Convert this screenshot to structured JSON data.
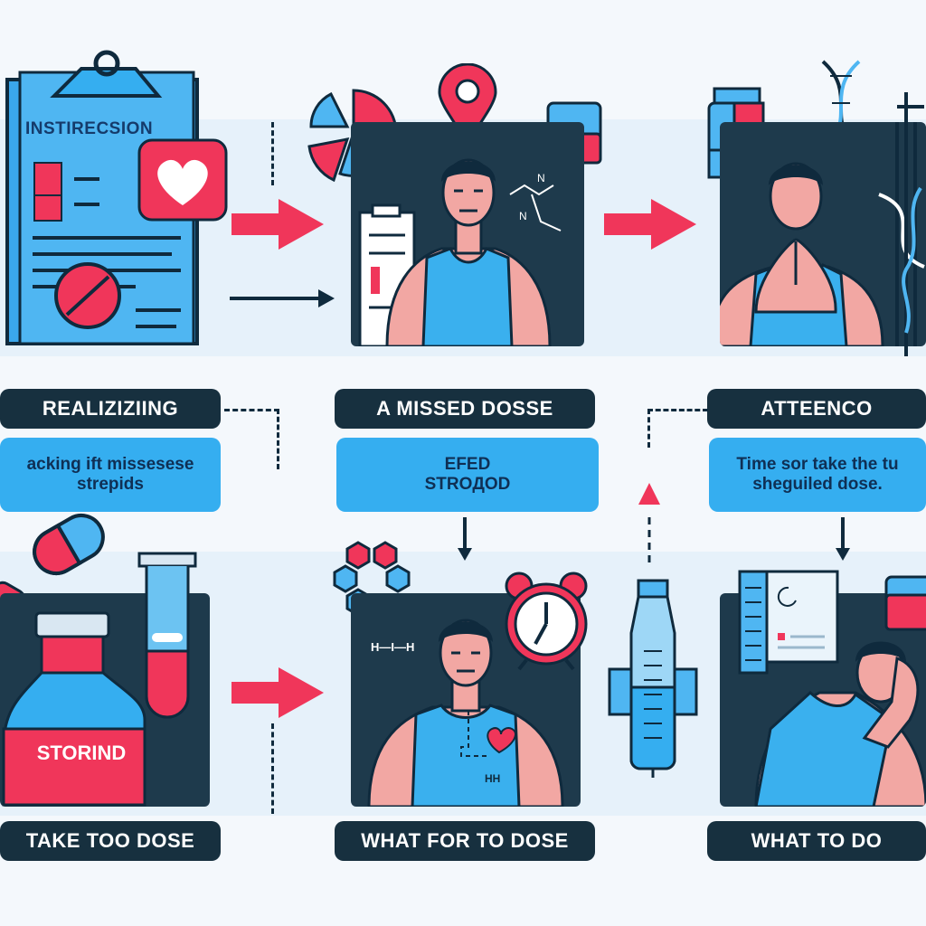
{
  "steps": [
    {
      "id": "realizing",
      "label": "REALIZIZIING",
      "note": [
        "acking ift missesese",
        "strepids"
      ]
    },
    {
      "id": "missed-dose",
      "label": "A MISSED DOSSE",
      "note": [
        "EFED",
        "STROДOD"
      ]
    },
    {
      "id": "atteenco",
      "label": "ATTEENCO",
      "note": [
        "Time sor take the tu",
        "sheguiled dose."
      ]
    },
    {
      "id": "take-dose",
      "label": "TAKE TOO DOSE"
    },
    {
      "id": "what-for",
      "label": "WHAT FOR TO DOSE"
    },
    {
      "id": "what-to-do",
      "label": "WHAT TO DO"
    }
  ],
  "clipboard": {
    "title": "INSTIRECSION"
  },
  "bottle": {
    "label": "STORIND"
  },
  "molecule": {
    "text": "H—I—H",
    "tag": "HH"
  },
  "colors": {
    "navy": "#1e3a4c",
    "blue": "#35aef0",
    "red": "#f0365a",
    "skin": "#f2a7a3",
    "tank": "#3ab0ee"
  },
  "icons": [
    "clipboard-icon",
    "heart-icon",
    "pill-icon",
    "pie-chart-icon",
    "location-pin-icon",
    "vial-icon",
    "dna-icon",
    "medicine-bottle-icon",
    "test-tube-icon",
    "alarm-clock-icon",
    "hexagon-molecule-icon",
    "document-icon",
    "arrow-right-icon",
    "arrow-down-icon",
    "arrow-up-icon"
  ]
}
